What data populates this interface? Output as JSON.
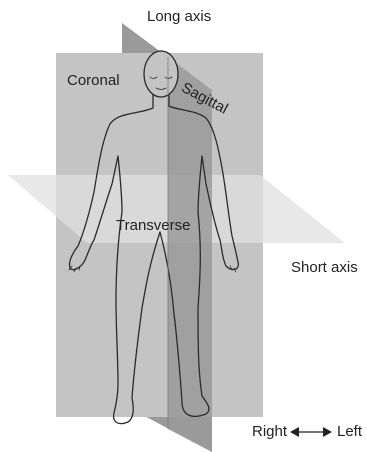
{
  "labels": {
    "long_axis": "Long axis",
    "coronal": "Coronal",
    "sagittal": "Sagittal",
    "transverse": "Transverse",
    "short_axis": "Short axis",
    "right": "Right",
    "left": "Left"
  },
  "colors": {
    "coronal_plane": "#c4c4c4",
    "sagittal_plane": "#9a9a9a",
    "transverse_plane": "#e0e0e0",
    "body_outline": "#2b2b2b"
  },
  "icons": {
    "direction_arrow": "double-headed-arrow"
  }
}
